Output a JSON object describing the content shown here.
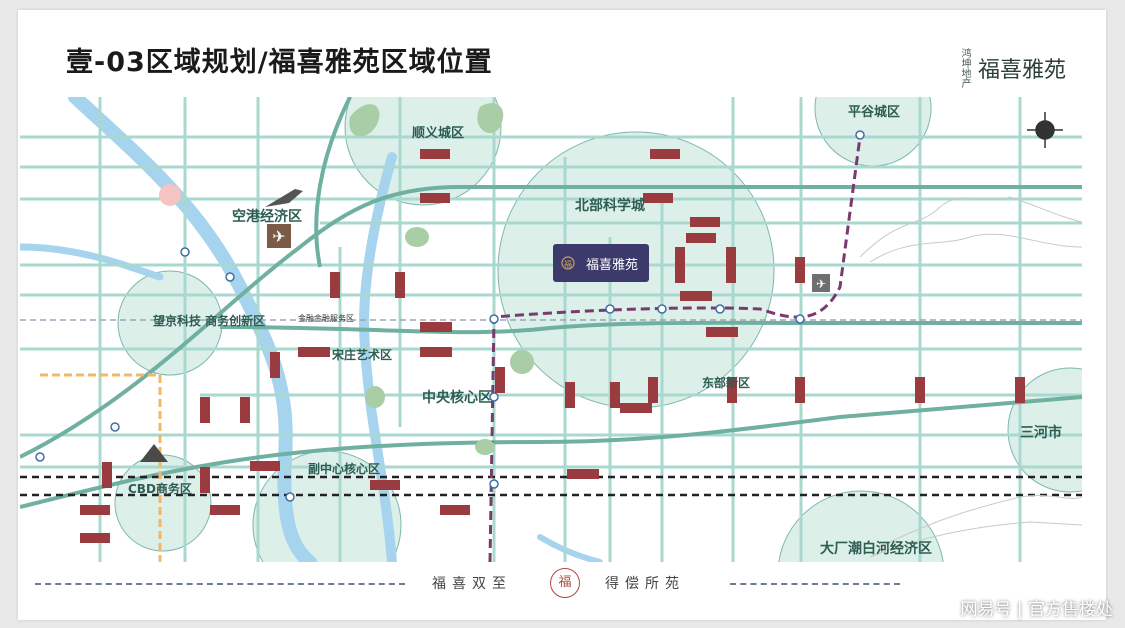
{
  "title": "壹-03区域规划/福喜雅苑区域位置",
  "brand": {
    "sub": "鸿坤地产",
    "name": "福喜雅苑"
  },
  "project": {
    "label": "福喜雅苑",
    "logo_text": "福"
  },
  "zones": {
    "pinggu": "平谷城区",
    "shunyi": "顺义城区",
    "science_city": "北部科学城",
    "airport": "空港经济区",
    "wangjing": "望京科技\n商务创新区",
    "songzhuang": "宋庄艺术区",
    "central": "中央核心区",
    "east": "东部新区",
    "sanhe": "三河市",
    "cbd": "CBD商务区",
    "sub_center": "副中心核心区",
    "dachang": "大厂潮白河经济区",
    "finance": "金融金融服务区"
  },
  "footer": {
    "left": "福喜双至",
    "seal": "福",
    "right": "得偿所苑"
  },
  "watermark": "网易号 | 官方售楼处",
  "colors": {
    "road": "#a8d7ce",
    "river": "#a5d3ee",
    "zone": "#d8ece6",
    "zone_border": "#74b3a6",
    "label": "#93343a",
    "project": "#3b3a6b",
    "metro": "#7b3a6e"
  }
}
